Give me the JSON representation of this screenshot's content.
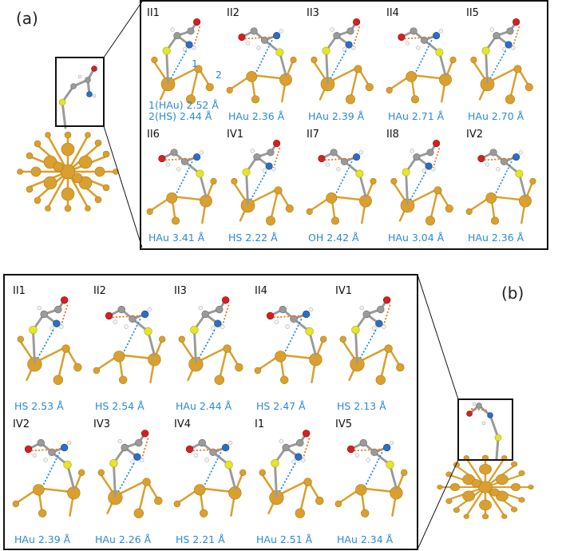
{
  "panels": {
    "a": "(a)",
    "b": "(b)"
  },
  "top_grid": [
    {
      "label": "II1",
      "meas": [
        "1(HAu) 2.52 Å",
        "2(HS) 2.44 Å"
      ],
      "callouts": [
        "1",
        "2"
      ]
    },
    {
      "label": "II2",
      "meas": [
        "HAu 2.36 Å"
      ]
    },
    {
      "label": "II3",
      "meas": [
        "HAu 2.39 Å"
      ]
    },
    {
      "label": "II4",
      "meas": [
        "HAu 2.71 Å"
      ]
    },
    {
      "label": "II5",
      "meas": [
        "HAu 2.70 Å"
      ]
    },
    {
      "label": "II6",
      "meas": [
        "HAu 3.41 Å"
      ]
    },
    {
      "label": "IV1",
      "meas": [
        "HS 2.22 Å"
      ]
    },
    {
      "label": "II7",
      "meas": [
        "OH 2.42 Å"
      ]
    },
    {
      "label": "II8",
      "meas": [
        "HAu 3.04 Å"
      ]
    },
    {
      "label": "IV2",
      "meas": [
        "HAu 2.36 Å"
      ]
    }
  ],
  "bottom_grid": [
    {
      "label": "II1",
      "meas": [
        "HS 2.53 Å"
      ]
    },
    {
      "label": "II2",
      "meas": [
        "HS 2.54 Å"
      ]
    },
    {
      "label": "II3",
      "meas": [
        "HAu 2.44 Å"
      ]
    },
    {
      "label": "II4",
      "meas": [
        "HS 2.47 Å"
      ]
    },
    {
      "label": "IV1",
      "meas": [
        "HS 2.13 Å"
      ]
    },
    {
      "label": "IV2",
      "meas": [
        "HAu 2.39 Å"
      ]
    },
    {
      "label": "IV3",
      "meas": [
        "HAu 2.26 Å"
      ]
    },
    {
      "label": "IV4",
      "meas": [
        "HS 2.21 Å"
      ]
    },
    {
      "label": "I1",
      "meas": [
        "HAu 2.51 Å"
      ]
    },
    {
      "label": "IV5",
      "meas": [
        "HAu 2.34 Å"
      ]
    }
  ],
  "colors": {
    "gold": "#d9a030",
    "carbon": "#9a9a9a",
    "oxygen": "#d42020",
    "nitrogen": "#2b6fc2",
    "sulfur": "#e5e52a",
    "hydrogen": "#f4f4f4",
    "hbond_orange": "#e5792a",
    "hbond_blue": "#2a8ad6",
    "measurement_text": "#2a8ad6"
  }
}
